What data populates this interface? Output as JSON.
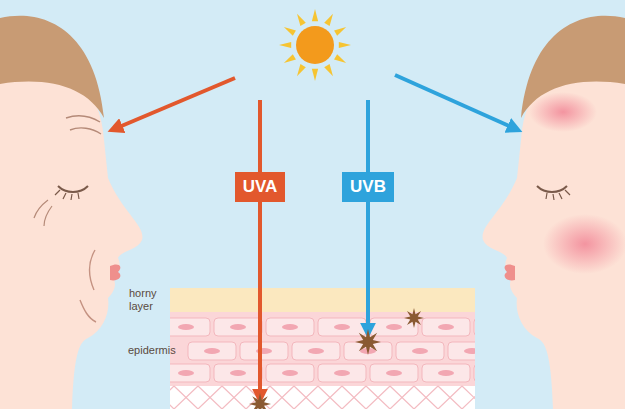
{
  "diagram": {
    "nodes": [
      {
        "text": [
          "UVA"
        ]
      },
      {
        "text": [
          "UVB"
        ]
      }
    ],
    "labels": [
      "horny layer",
      "epidermis"
    ]
  }
}
